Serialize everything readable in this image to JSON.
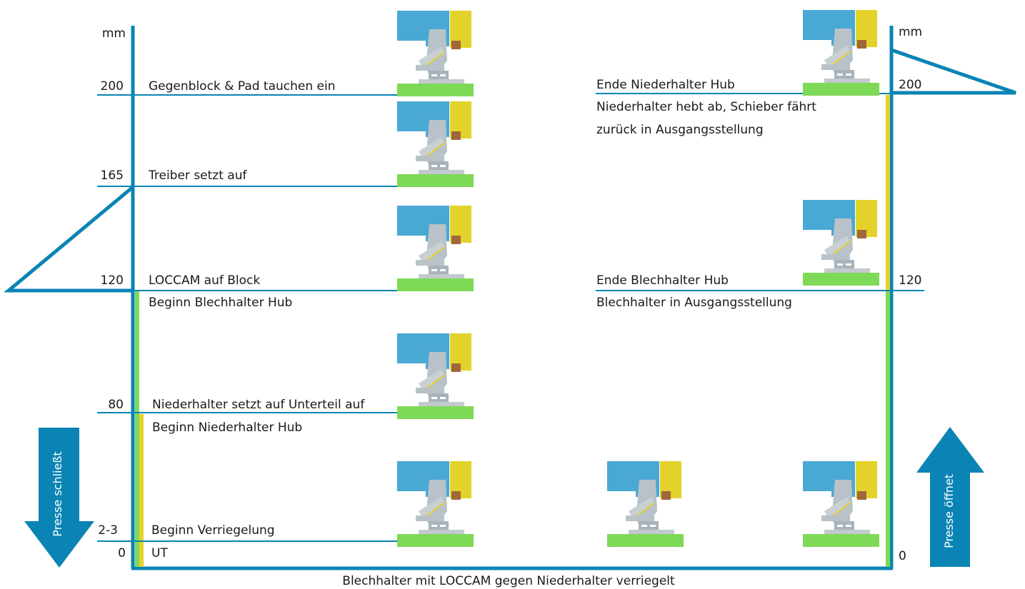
{
  "unit_left": "mm",
  "unit_right": "mm",
  "left_scale": {
    "ticks": [
      "200",
      "165",
      "120",
      "80",
      "2-3",
      "0"
    ],
    "labels": [
      "Gegenblock & Pad tauchen ein",
      "Treiber setzt auf",
      "LOCCAM auf Block",
      "Beginn Blechhalter Hub",
      "Niederhalter setzt auf Unterteil auf",
      "Beginn Niederhalter Hub",
      "Beginn Verriegelung",
      "UT"
    ]
  },
  "right_scale": {
    "ticks": [
      "200",
      "120",
      "0"
    ],
    "labels": [
      "Ende Niederhalter Hub",
      "Niederhalter hebt ab, Schieber fährt",
      "zurück in Ausgangsstellung",
      "Ende Blechhalter Hub",
      "Blechhalter in Ausgangsstellung"
    ]
  },
  "arrow_down_text": "Presse schließt",
  "arrow_up_text": "Presse öffnet",
  "bottom_caption": "Blechhalter mit LOCCAM gegen Niederhalter verriegelt",
  "colors": {
    "blue": "#0a84b4",
    "block_blue": "#4aa8d4",
    "yellow": "#e3d22a",
    "green": "#7ed957",
    "grey": "#b8c2c8",
    "brown": "#a0673a"
  }
}
